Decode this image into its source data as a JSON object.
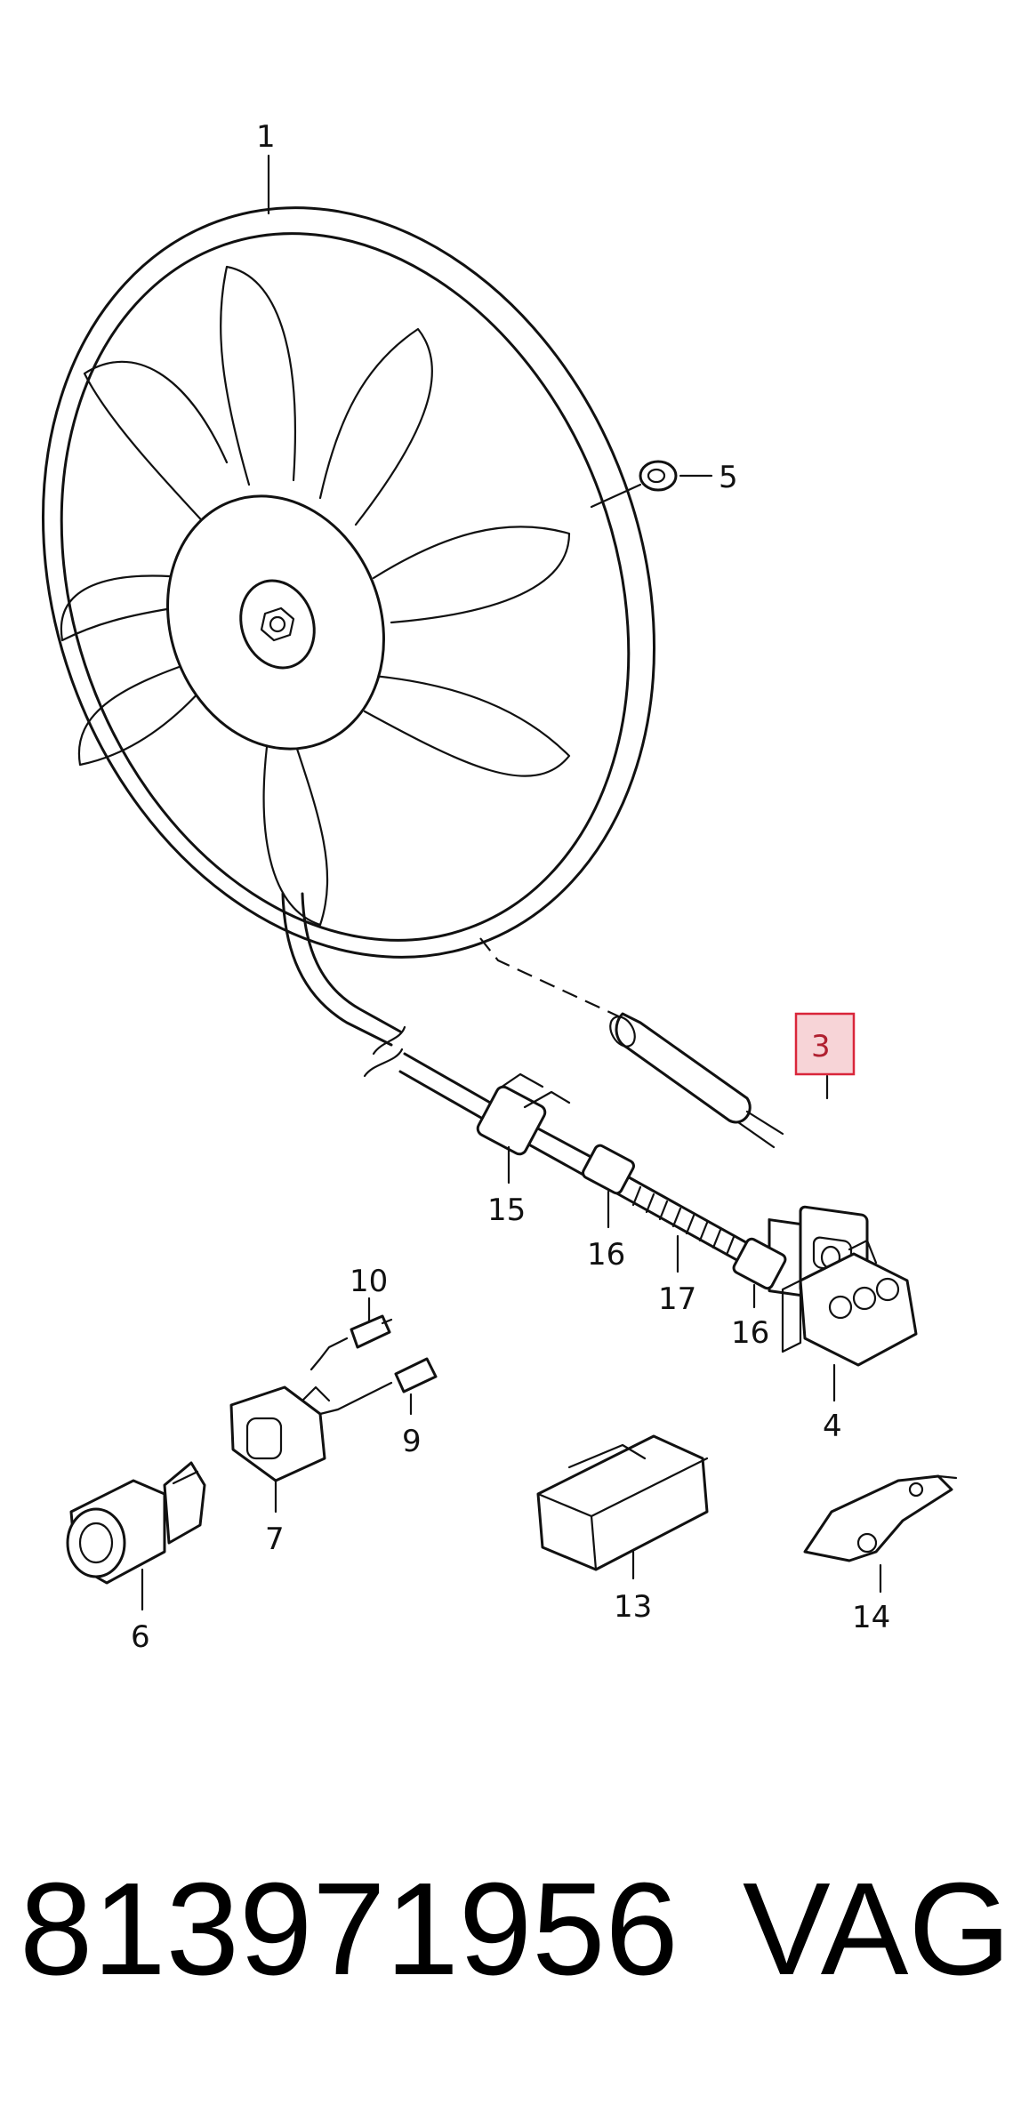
{
  "callouts": {
    "c1": "1",
    "c3": "3",
    "c4": "4",
    "c5": "5",
    "c6": "6",
    "c7": "7",
    "c9": "9",
    "c10": "10",
    "c13": "13",
    "c14": "14",
    "c15": "15",
    "c16a": "16",
    "c16b": "16",
    "c17": "17"
  },
  "highlighted_callout": "3",
  "colors": {
    "highlight_fill": "#f7d4d7",
    "highlight_border": "#d9263a",
    "line": "#111111"
  },
  "caption": {
    "part_number": "813971956",
    "brand": "VAG"
  }
}
